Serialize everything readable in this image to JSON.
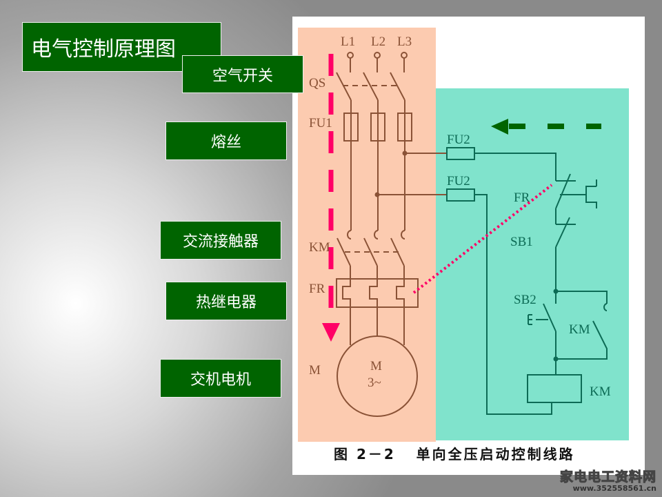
{
  "title": "电气控制原理图",
  "labels": {
    "qs": "空气开关",
    "fuse": "熔丝",
    "contactor": "交流接触器",
    "relay": "热继电器",
    "motor": "交机电机"
  },
  "diagram": {
    "l1": "L1",
    "l2": "L2",
    "l3": "L3",
    "qs": "QS",
    "fu1": "FU1",
    "fu2a": "FU2",
    "fu2b": "FU2",
    "km": "KM",
    "fr": "FR",
    "m": "M",
    "motor_m": "M",
    "motor_phase": "3~",
    "fr_ctrl": "FR",
    "sb1": "SB1",
    "sb2": "SB2",
    "km_aux": "KM",
    "km_coil": "KM"
  },
  "caption": "图 2－2   单向全压启动控制线路",
  "watermark": {
    "name": "家电电工资料网",
    "url": "www.352558561.cn"
  },
  "colors": {
    "label_bg": "#006400",
    "power_region": "#fccbb0",
    "control_region": "#80e3cc",
    "flow_arrow": "#ff0066",
    "control_arrow": "#006400"
  }
}
